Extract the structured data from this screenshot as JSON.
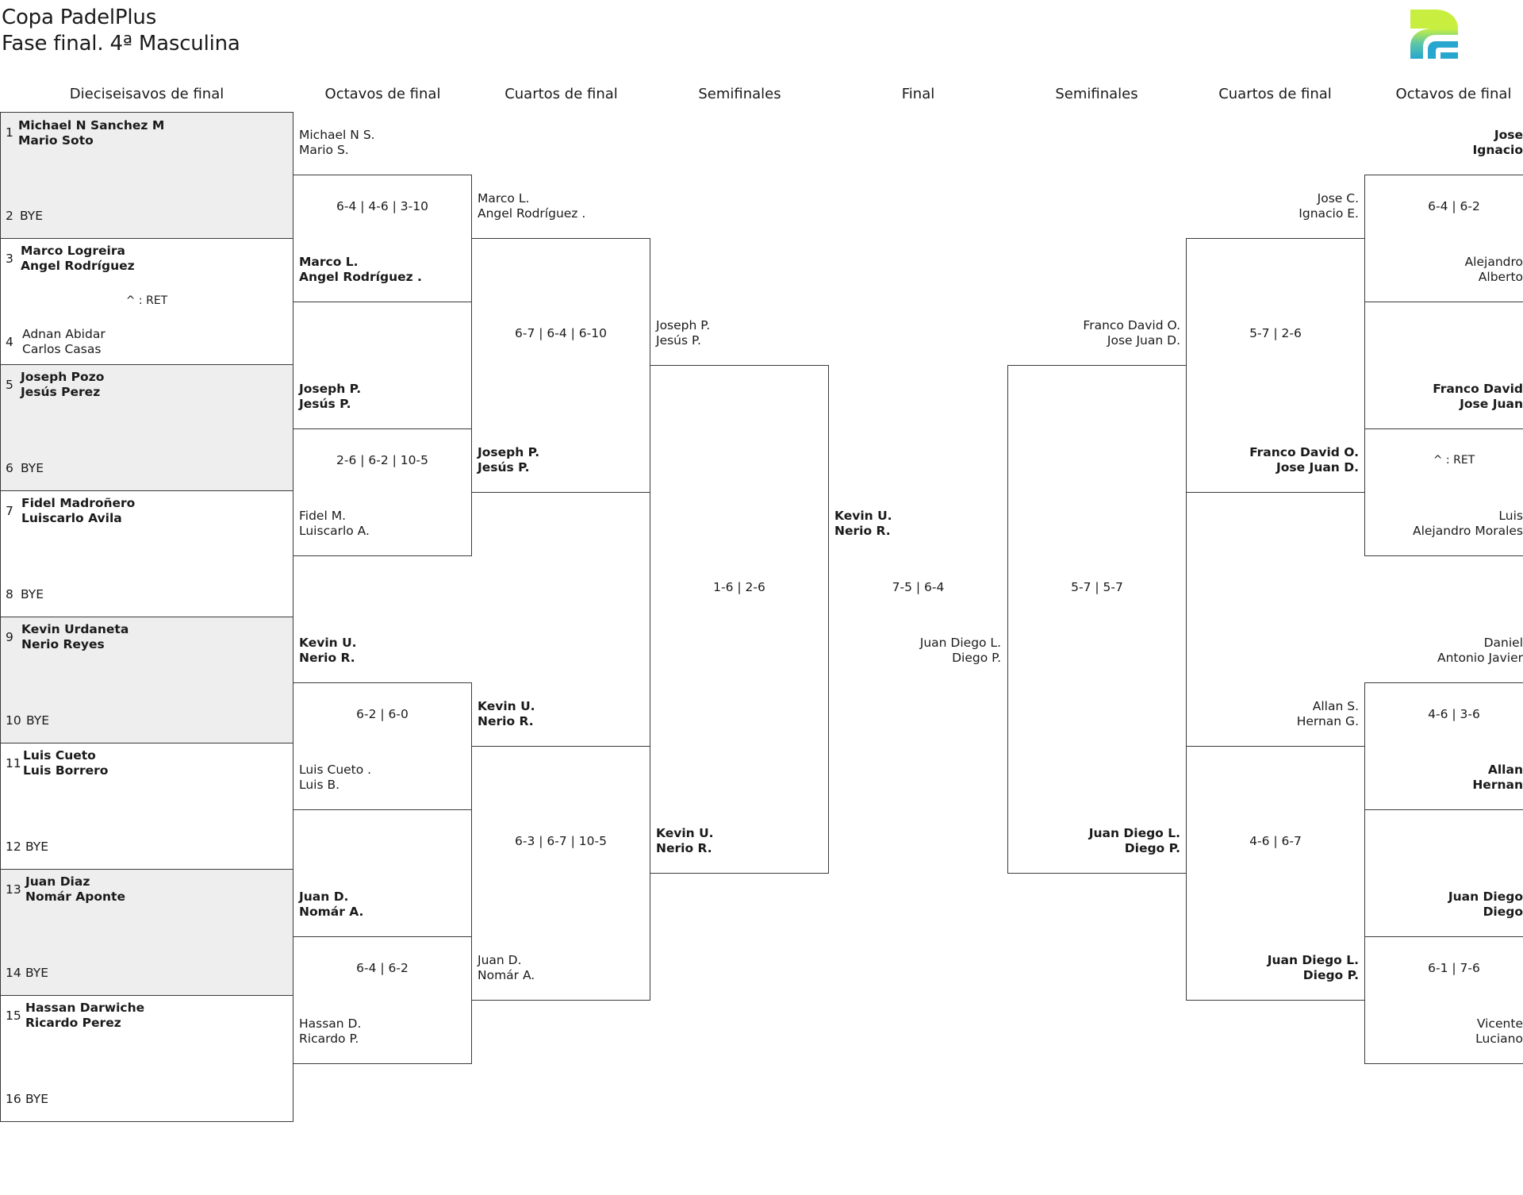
{
  "header": {
    "title": "Copa PadelPlus",
    "subtitle": "Fase final. 4ª Masculina"
  },
  "brand": {
    "colors": {
      "top": "#c8ef3f",
      "bottom": "#27a6cf",
      "mid": "#5cc6a8"
    }
  },
  "columns": {
    "r32": "Dieciseisavos de final",
    "r16_left": "Octavos de final",
    "qf_left": "Cuartos de final",
    "sf_left": "Semifinales",
    "final": "Final",
    "sf_right": "Semifinales",
    "qf_right": "Cuartos de final",
    "r16_right": "Octavos de final"
  },
  "r32": [
    {
      "seed": "1",
      "p1": "Michael N Sanchez M",
      "p2": "Mario Soto",
      "bold": true
    },
    {
      "seed": "2",
      "p1": "BYE",
      "p2": "",
      "bold": false
    },
    {
      "seed": "3",
      "p1": "Marco Logreira",
      "p2": "Angel Rodríguez",
      "bold": true
    },
    {
      "seed": "4",
      "p1": "Adnan Abidar",
      "p2": "Carlos Casas",
      "bold": false
    },
    {
      "seed": "5",
      "p1": "Joseph Pozo",
      "p2": "Jesús Perez",
      "bold": true
    },
    {
      "seed": "6",
      "p1": "BYE",
      "p2": "",
      "bold": false
    },
    {
      "seed": "7",
      "p1": "Fidel Madroñero",
      "p2": "Luiscarlo Avila",
      "bold": true
    },
    {
      "seed": "8",
      "p1": "BYE",
      "p2": "",
      "bold": false
    },
    {
      "seed": "9",
      "p1": "Kevin Urdaneta",
      "p2": "Nerio Reyes",
      "bold": true
    },
    {
      "seed": "10",
      "p1": "BYE",
      "p2": "",
      "bold": false
    },
    {
      "seed": "11",
      "p1": "Luis Cueto",
      "p2": "Luis Borrero",
      "bold": true
    },
    {
      "seed": "12",
      "p1": "BYE",
      "p2": "",
      "bold": false
    },
    {
      "seed": "13",
      "p1": "Juan Diaz",
      "p2": "Nomár Aponte",
      "bold": true
    },
    {
      "seed": "14",
      "p1": "BYE",
      "p2": "",
      "bold": false
    },
    {
      "seed": "15",
      "p1": "Hassan Darwiche",
      "p2": "Ricardo Perez",
      "bold": true
    },
    {
      "seed": "16",
      "p1": "BYE",
      "p2": "",
      "bold": false
    }
  ],
  "r32_note": "^ : RET",
  "left": {
    "r16": [
      {
        "p1": "Michael N S.",
        "p2": "Mario S.",
        "bold": false
      },
      {
        "p1": "Marco L.",
        "p2": "Angel Rodríguez .",
        "bold": true
      },
      {
        "p1": "Joseph P.",
        "p2": "Jesús P.",
        "bold": true
      },
      {
        "p1": "Fidel M.",
        "p2": "Luiscarlo A.",
        "bold": false
      },
      {
        "p1": "Kevin U.",
        "p2": "Nerio R.",
        "bold": true
      },
      {
        "p1": "Luis Cueto .",
        "p2": "Luis B.",
        "bold": false
      },
      {
        "p1": "Juan D.",
        "p2": "Nomár A.",
        "bold": true
      },
      {
        "p1": "Hassan D.",
        "p2": "Ricardo P.",
        "bold": false
      }
    ],
    "r16_scores": [
      "6-4 | 4-6 | 3-10",
      "2-6 | 6-2 | 10-5",
      "6-2 | 6-0",
      "6-4 | 6-2"
    ],
    "qf": [
      {
        "p1": "Marco L.",
        "p2": "Angel Rodríguez .",
        "bold": false
      },
      {
        "p1": "Joseph P.",
        "p2": "Jesús P.",
        "bold": true
      },
      {
        "p1": "Kevin U.",
        "p2": "Nerio R.",
        "bold": true
      },
      {
        "p1": "Juan D.",
        "p2": "Nomár A.",
        "bold": false
      }
    ],
    "qf_scores": [
      "6-7 | 6-4 | 6-10",
      "6-3 | 6-7 | 10-5"
    ],
    "sf": [
      {
        "p1": "Joseph P.",
        "p2": "Jesús P.",
        "bold": false
      },
      {
        "p1": "Kevin U.",
        "p2": "Nerio R.",
        "bold": true
      }
    ],
    "sf_score": "1-6 | 2-6"
  },
  "final": {
    "top": {
      "p1": "Kevin U.",
      "p2": "Nerio R.",
      "bold": true
    },
    "bottom": {
      "p1": "Juan Diego L.",
      "p2": "Diego P.",
      "bold": false
    },
    "score": "7-5 | 6-4"
  },
  "right": {
    "sf": [
      {
        "p1": "Franco David O.",
        "p2": "Jose Juan D.",
        "bold": false
      },
      {
        "p1": "Juan Diego L.",
        "p2": "Diego P.",
        "bold": true
      }
    ],
    "sf_score": "5-7 | 5-7",
    "qf": [
      {
        "p1": "Jose C.",
        "p2": "Ignacio E.",
        "bold": false
      },
      {
        "p1": "Franco David O.",
        "p2": "Jose Juan D.",
        "bold": true
      },
      {
        "p1": "Allan S.",
        "p2": "Hernan G.",
        "bold": false
      },
      {
        "p1": "Juan Diego L.",
        "p2": "Diego P.",
        "bold": true
      }
    ],
    "qf_scores": [
      "5-7 | 2-6",
      "4-6 | 6-7"
    ],
    "r16": [
      {
        "p1": "Jose",
        "p2": "Ignacio",
        "bold": true
      },
      {
        "p1": "Alejandro",
        "p2": "Alberto",
        "bold": false
      },
      {
        "p1": "Franco David",
        "p2": "Jose Juan",
        "bold": true
      },
      {
        "p1": "Luis",
        "p2": "Alejandro Morales",
        "bold": false
      },
      {
        "p1": "Daniel",
        "p2": "Antonio Javier",
        "bold": false
      },
      {
        "p1": "Allan",
        "p2": "Hernan",
        "bold": true
      },
      {
        "p1": "Juan Diego",
        "p2": "Diego",
        "bold": true
      },
      {
        "p1": "Vicente",
        "p2": "Luciano",
        "bold": false
      }
    ],
    "r16_scores": [
      "6-4 | 6-2",
      "^ : RET",
      "4-6 | 3-6",
      "6-1 | 7-6"
    ]
  }
}
